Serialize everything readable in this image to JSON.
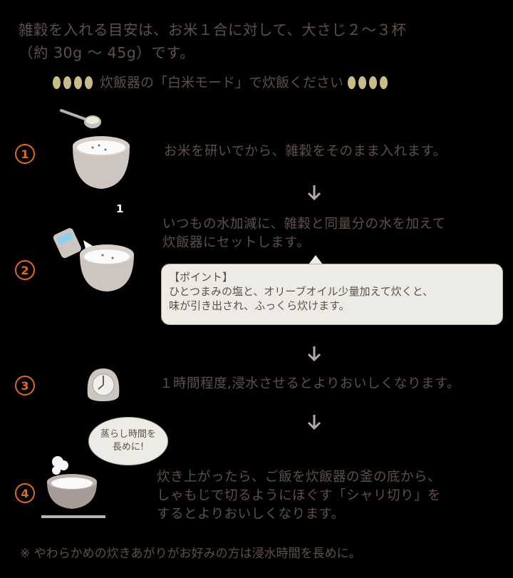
{
  "intro": {
    "line1": "雑穀を入れる目安は、お米１合に対して、大さじ２〜３杯",
    "line2": "（約 30g 〜 45g）です。"
  },
  "mode_line": {
    "text": "炊飯器の「白米モード」で炊飯ください"
  },
  "stray_label": "1",
  "steps": [
    {
      "number": "1",
      "icon": "rice-pot-with-measuring-spoon-icon",
      "text": [
        "お米を研いでから、雑穀をそのまま入れます。"
      ]
    },
    {
      "number": "2",
      "icon": "rice-pot-with-water-cup-icon",
      "text": [
        "いつもの水加減に、雑穀と同量分の水を加えて",
        "炊飯器にセットします。"
      ]
    },
    {
      "number": "3",
      "icon": "clock-icon",
      "text": [
        "１時間程度,浸水させるとよりおいしくなります。"
      ]
    },
    {
      "number": "4",
      "icon": "rice-bowl-steam-icon",
      "text": [
        "炊き上がったら、ご飯を炊飯器の釜の底から、",
        "しゃもじで切るようにほぐす「シャリ切り」を",
        "するとよりおいしくなります。"
      ]
    }
  ],
  "point_box": {
    "title": "【ポイント】",
    "line1": "ひとつまみの塩と、オリーブオイル少量加えて炊くと、",
    "line2": "味が引き出され、ふっくら炊けます。"
  },
  "speech_bubble": {
    "line1": "蒸らし時間を",
    "line2": "長めに!"
  },
  "footnote": "※ やわらかめの炊きあがりがお好みの方は浸水時間を長めに。",
  "colors": {
    "text": "#5e5048",
    "accent": "#e06a1f",
    "grain": "#c9bd87",
    "arrow": "#b3aaa5",
    "background": "#000000"
  }
}
